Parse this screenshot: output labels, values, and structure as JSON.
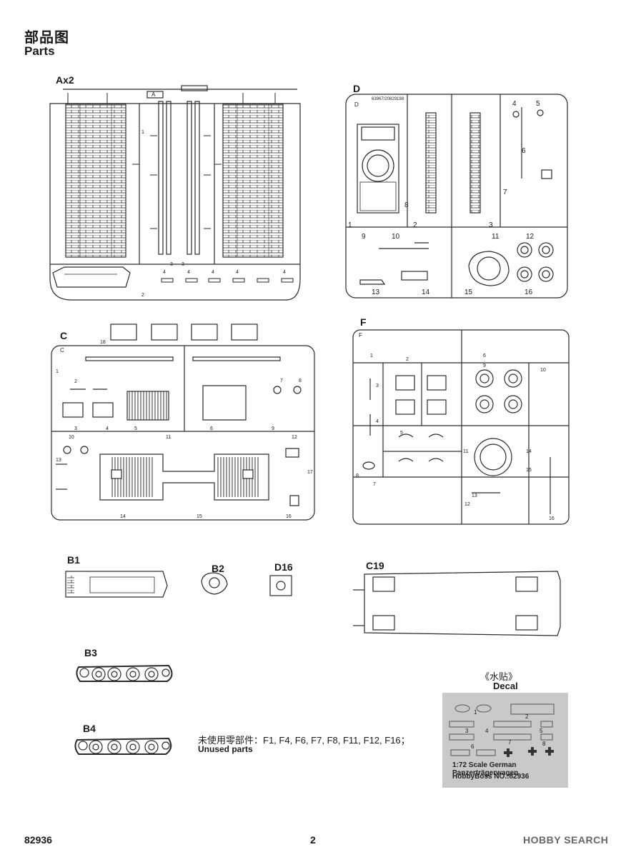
{
  "header": {
    "title_cn": "部品图",
    "title_en": "Parts"
  },
  "sprues": {
    "ax2": {
      "label": "Ax2",
      "tab": "A",
      "numbers": [
        "1",
        "2",
        "3",
        "3",
        "4",
        "4",
        "4",
        "4",
        "4"
      ]
    },
    "d": {
      "label": "D",
      "tab": "D",
      "code": "63967/20829198",
      "numbers": [
        "1",
        "2",
        "3",
        "4",
        "5",
        "6",
        "7",
        "8",
        "9",
        "10",
        "11",
        "12",
        "13",
        "14",
        "15",
        "16"
      ]
    },
    "c": {
      "label": "C",
      "tab": "C",
      "code": "18",
      "numbers": [
        "1",
        "2",
        "3",
        "4",
        "5",
        "6",
        "7",
        "8",
        "9",
        "10",
        "11",
        "12",
        "13",
        "14",
        "15",
        "16",
        "17"
      ]
    },
    "f": {
      "label": "F",
      "tab": "F",
      "numbers": [
        "1",
        "2",
        "3",
        "4",
        "5",
        "6",
        "7",
        "8",
        "9",
        "10",
        "11",
        "12",
        "13",
        "14",
        "15",
        "16"
      ]
    }
  },
  "loose_parts": {
    "b1": "B1",
    "b2": "B2",
    "d16": "D16",
    "c19": "C19",
    "b3": "B3",
    "b4": "B4"
  },
  "unused": {
    "cn": "未使用零部件：F1, F4, F6, F7, F8, F11, F12, F16；",
    "en": "Unused parts"
  },
  "decal": {
    "title_cn": "《水贴》",
    "title_en": "Decal",
    "numbers": [
      "1",
      "2",
      "3",
      "4",
      "5",
      "6",
      "7",
      "8"
    ],
    "caption_line1": "1:72 Scale  German Panzerträgerwagen",
    "caption_line2": "HobbyBoss  NO.:82936"
  },
  "footer": {
    "code": "82936",
    "page": "2",
    "brand": "HOBBY SEARCH"
  }
}
